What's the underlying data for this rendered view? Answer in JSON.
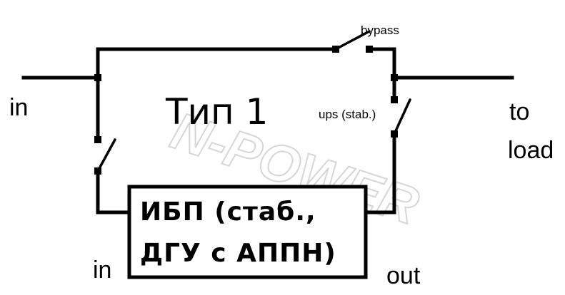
{
  "diagram": {
    "title": "Тип 1",
    "box_line1": "ИБП (стаб.,",
    "box_line2": "ДГУ с АППН)",
    "labels": {
      "in_left": "in",
      "in_bottom": "in",
      "out": "out",
      "to": "to",
      "load": "load",
      "bypass": "bypass",
      "ups": "ups (stab.)"
    },
    "watermark": "N-POWER"
  }
}
